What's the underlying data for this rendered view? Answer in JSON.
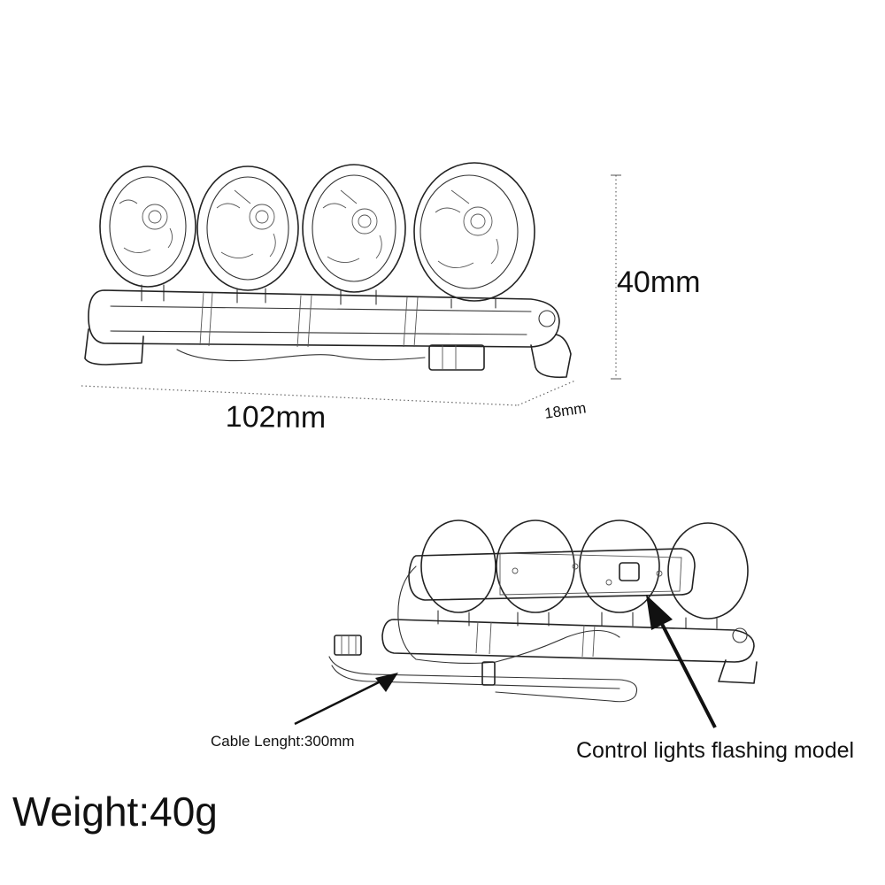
{
  "labels": {
    "height": "40mm",
    "length": "102mm",
    "depth": "18mm",
    "cable": "Cable Lenght:300mm",
    "control": "Control lights flashing model",
    "weight": "Weight:40g"
  }
}
